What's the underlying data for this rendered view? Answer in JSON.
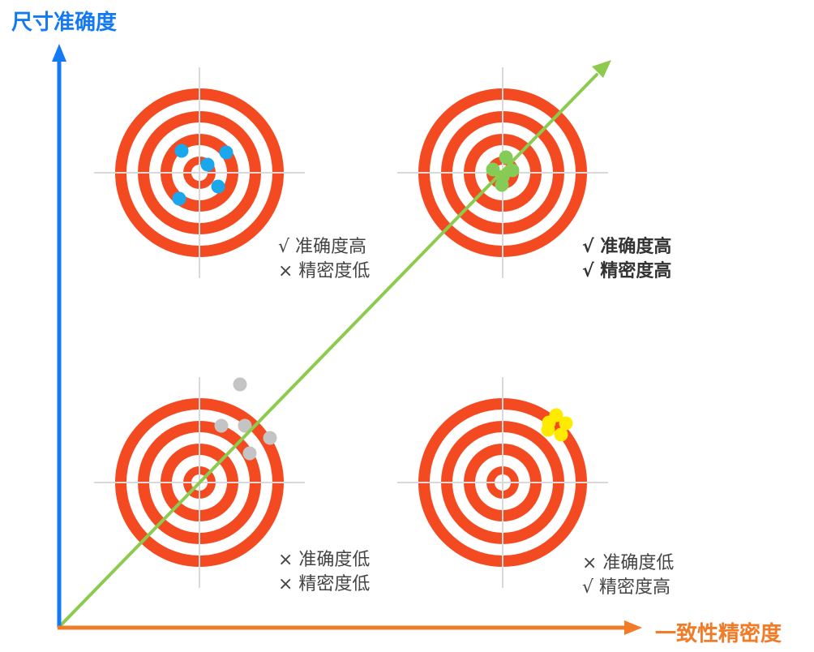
{
  "axes": {
    "y_title": "尺寸准确度",
    "x_title": "一致性精密度",
    "y_color": "#1479F2",
    "x_color": "#F07C28",
    "trend_color": "#8CCB4E"
  },
  "target_colors": {
    "ring": "#F44A22",
    "gap": "#ffffff",
    "crosshair": "#d9d9d9"
  },
  "quadrants": [
    {
      "id": "top-left",
      "dot_color": "#1AA7EC",
      "line1": "√ 准确度高",
      "line2": "× 精密度低",
      "bold": false
    },
    {
      "id": "top-right",
      "dot_color": "#84CB57",
      "line1": "√ 准确度高",
      "line2": "√ 精密度高",
      "bold": true
    },
    {
      "id": "bottom-left",
      "dot_color": "#C4C4C4",
      "line1": "× 准确度低",
      "line2": "× 精密度低",
      "bold": false
    },
    {
      "id": "bottom-right",
      "dot_color": "#FFEB00",
      "line1": "× 准确度低",
      "line2": "√ 精密度高",
      "bold": false
    }
  ]
}
